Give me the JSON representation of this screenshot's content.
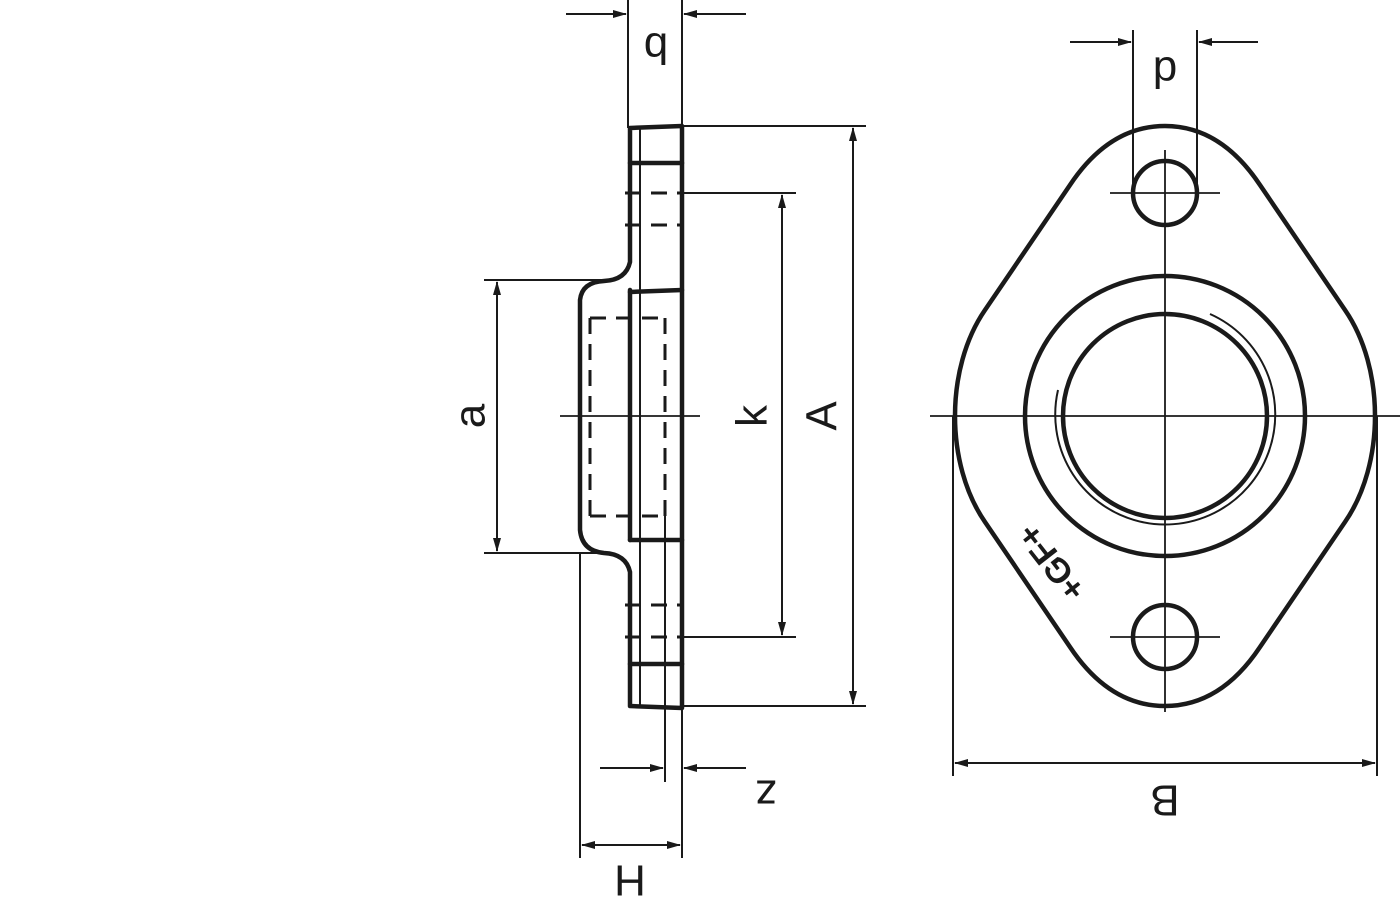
{
  "dimensions": {
    "b": "b",
    "a": "a",
    "k": "k",
    "A": "A",
    "z": "z",
    "H": "H",
    "d": "d",
    "B": "B"
  },
  "logo": {
    "text": "+GF+"
  }
}
